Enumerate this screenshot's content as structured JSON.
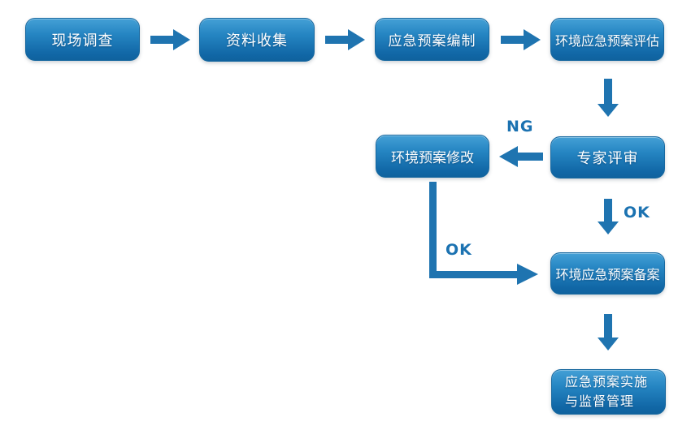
{
  "diagram": {
    "background": "#ffffff",
    "node_gradient_top": "#44a0d6",
    "node_gradient_bottom": "#0f629e",
    "arrow_color": "#1f74b0",
    "edge_label_color": "#1b72b1"
  },
  "nodes": {
    "site_survey": "现场调查",
    "data_collection": "资料收集",
    "plan_compilation": "应急预案编制",
    "plan_evaluation": "环境应急预案评估",
    "expert_review": "专家评审",
    "plan_revision": "环境预案修改",
    "plan_filing": "环境应急预案备案",
    "implementation_line1": "应急预案实施",
    "implementation_line2": "与监督管理"
  },
  "edge_labels": {
    "ng": "NG",
    "ok_from_review": "OK",
    "ok_from_revision": "OK"
  }
}
